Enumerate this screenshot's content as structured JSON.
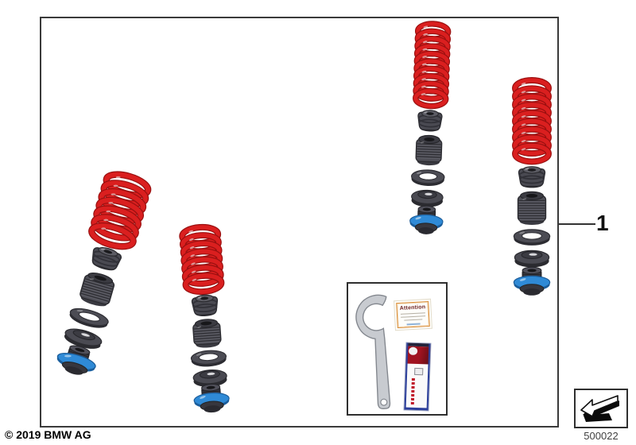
{
  "diagram": {
    "callout": {
      "label": "1"
    },
    "footer": {
      "copyright": "© 2019 BMW AG",
      "diagram_id": "500022"
    },
    "inset": {
      "attention_title": "Attention"
    },
    "assembly_count": 4,
    "colors": {
      "spring_red": "#da1f1f",
      "spring_red_dark": "#9a1010",
      "component_gray": "#4a4a52",
      "component_gray_dark": "#2b2b30",
      "adjuster_blue": "#2f8ad6",
      "adjuster_blue_dark": "#1a5f9f",
      "frame_border": "#3a3a3a"
    },
    "icons": {
      "stamp": "direction-arrow-icon",
      "tool": "hook-wrench"
    }
  }
}
